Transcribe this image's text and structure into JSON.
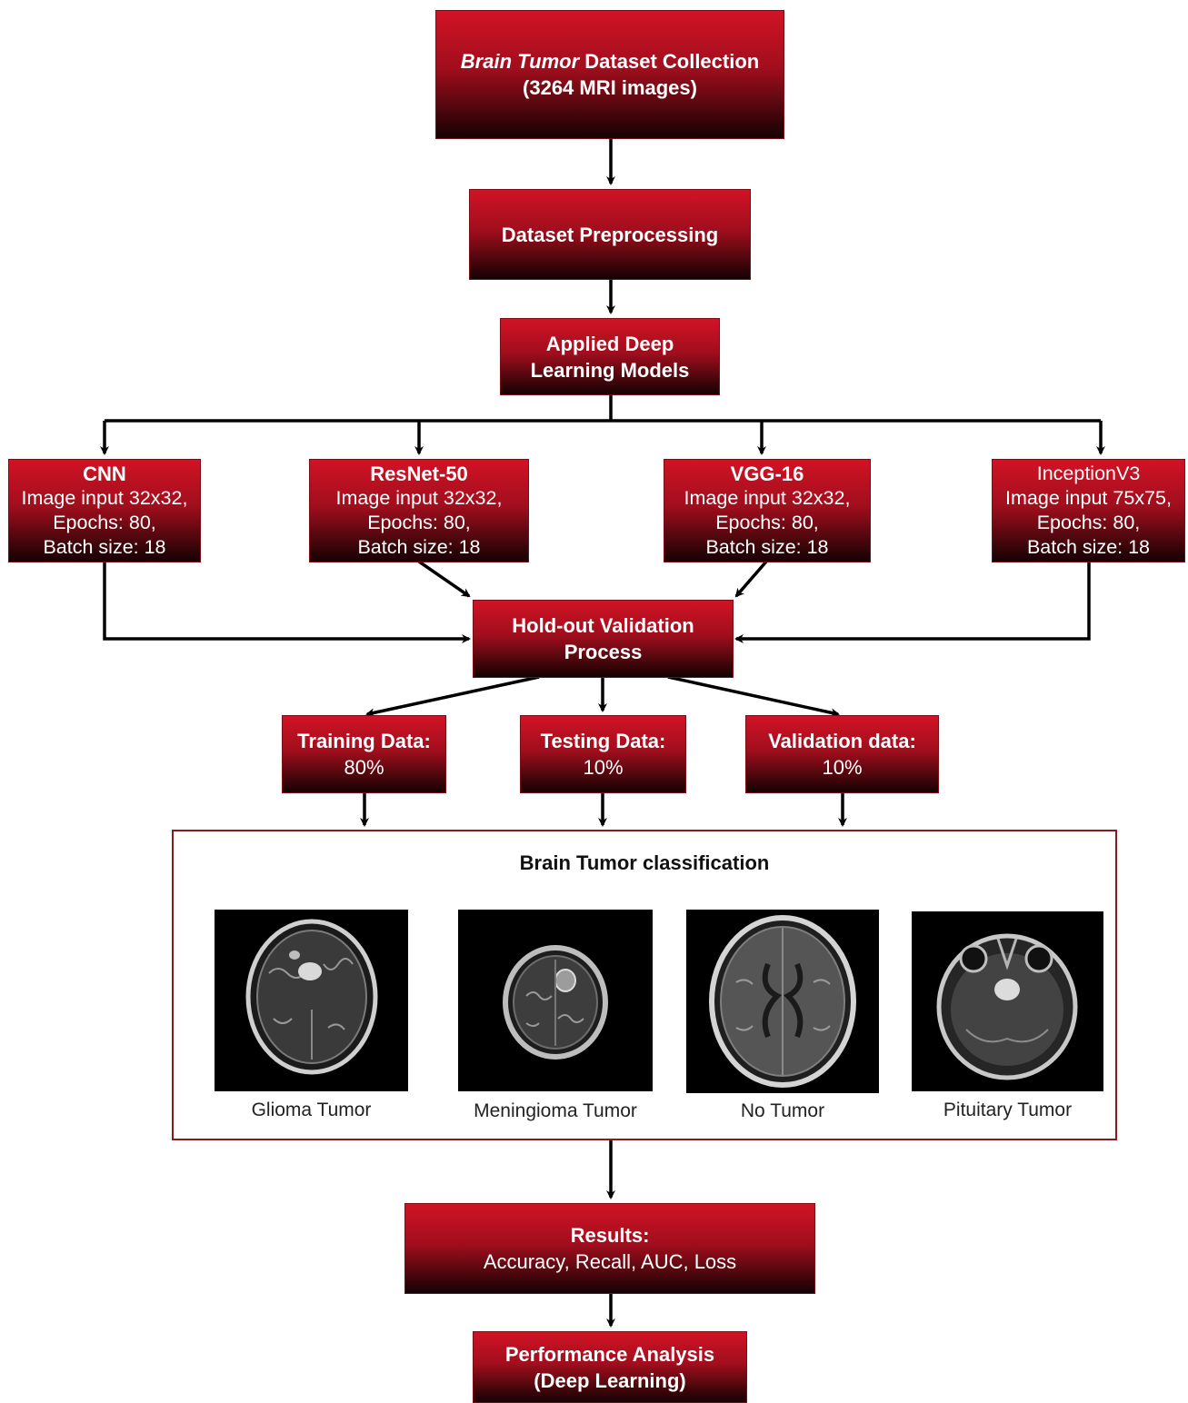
{
  "nodes": {
    "dataset": {
      "italic": "Brain Tumor",
      "rest": " Dataset Collection",
      "line2": "(3264 MRI images)"
    },
    "preprocessing": {
      "label": "Dataset Preprocessing"
    },
    "applied": {
      "line1": "Applied Deep",
      "line2": "Learning Models"
    },
    "models": [
      {
        "name": "CNN",
        "input": "Image input 32x32,",
        "epochs": "Epochs: 80,",
        "batch": "Batch size: 18"
      },
      {
        "name": "ResNet-50",
        "input": "Image input 32x32,",
        "epochs": "Epochs: 80,",
        "batch": "Batch size: 18"
      },
      {
        "name": "VGG-16",
        "input": "Image input 32x32,",
        "epochs": "Epochs: 80,",
        "batch": "Batch size: 18"
      },
      {
        "name": "InceptionV3",
        "input": "Image input 75x75,",
        "epochs": "Epochs: 80,",
        "batch": "Batch size: 18"
      }
    ],
    "holdout": {
      "line1": "Hold-out Validation",
      "line2": "Process"
    },
    "splits": [
      {
        "label": "Training Data:",
        "value": "80%"
      },
      {
        "label": "Testing Data:",
        "value": "10%"
      },
      {
        "label": "Validation data:",
        "value": "10%"
      }
    ],
    "classification": {
      "title": "Brain Tumor classification",
      "classes": [
        {
          "caption": "Glioma Tumor",
          "icon": "mri-axial-glioma"
        },
        {
          "caption": "Meningioma Tumor",
          "icon": "mri-axial-meningioma"
        },
        {
          "caption": "No Tumor",
          "icon": "mri-axial-normal"
        },
        {
          "caption": "Pituitary Tumor",
          "icon": "mri-axial-pituitary"
        }
      ]
    },
    "results": {
      "label": "Results:",
      "metrics": "Accuracy, Recall, AUC, Loss"
    },
    "performance": {
      "line1": "Performance Analysis",
      "line2": "(Deep Learning)"
    }
  },
  "colors": {
    "box_top": "#d11325",
    "box_bottom": "#160103",
    "frame_border": "#8b1a1a",
    "arrow": "#000000"
  }
}
